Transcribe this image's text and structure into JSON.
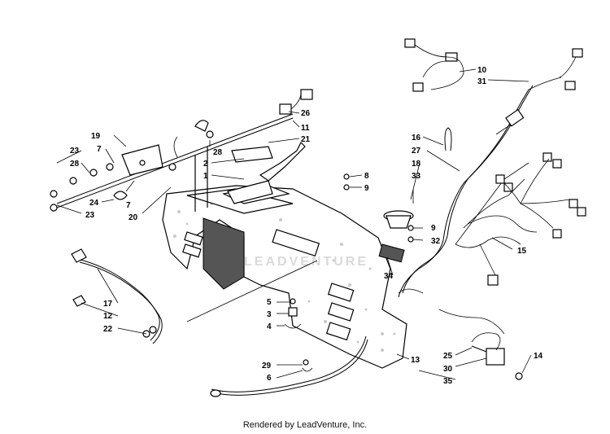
{
  "footer": "Rendered by LeadVenture, Inc.",
  "watermark": "LEADVENTURE",
  "callouts": {
    "c10": "10",
    "c31": "31",
    "c26": "26",
    "c11": "11",
    "c21": "21",
    "c19": "19",
    "c7a": "7",
    "c28a": "28",
    "c28b": "28",
    "c23a": "23",
    "c2": "2",
    "c1": "1",
    "c24": "24",
    "c7b": "7",
    "c20": "20",
    "c23b": "23",
    "c16": "16",
    "c27": "27",
    "c18": "18",
    "c33": "33",
    "c8": "8",
    "c9a": "9",
    "c9b": "9",
    "c32": "32",
    "c15": "15",
    "c34": "34",
    "c17": "17",
    "c12": "12",
    "c22": "22",
    "c5": "5",
    "c3": "3",
    "c4": "4",
    "c29": "29",
    "c6": "6",
    "c13": "13",
    "c25": "25",
    "c30": "30",
    "c35": "35",
    "c14": "14"
  }
}
